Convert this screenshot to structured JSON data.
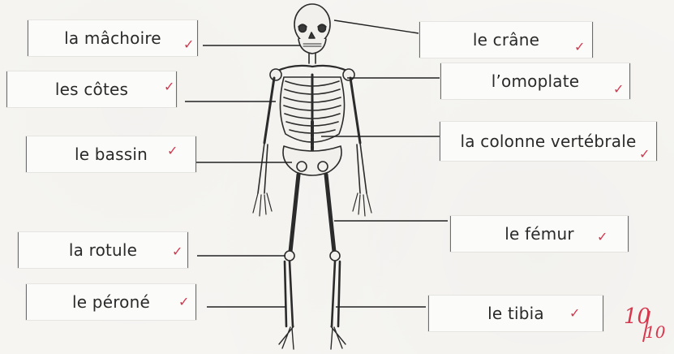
{
  "labels": {
    "machoire": "la mâchoire",
    "cotes": "les côtes",
    "bassin": "le bassin",
    "rotule": "la rotule",
    "perone": "le péroné",
    "crane": "le crâne",
    "omoplate": "l’omoplate",
    "colonne": "la colonne vertébrale",
    "femur": "le fémur",
    "tibia": "le tibia"
  },
  "check_mark": "✓",
  "score": {
    "numerator": "10",
    "denominator": "10"
  },
  "colors": {
    "check": "#d8364c",
    "line": "#222222",
    "bone": "#2b2b2b"
  }
}
